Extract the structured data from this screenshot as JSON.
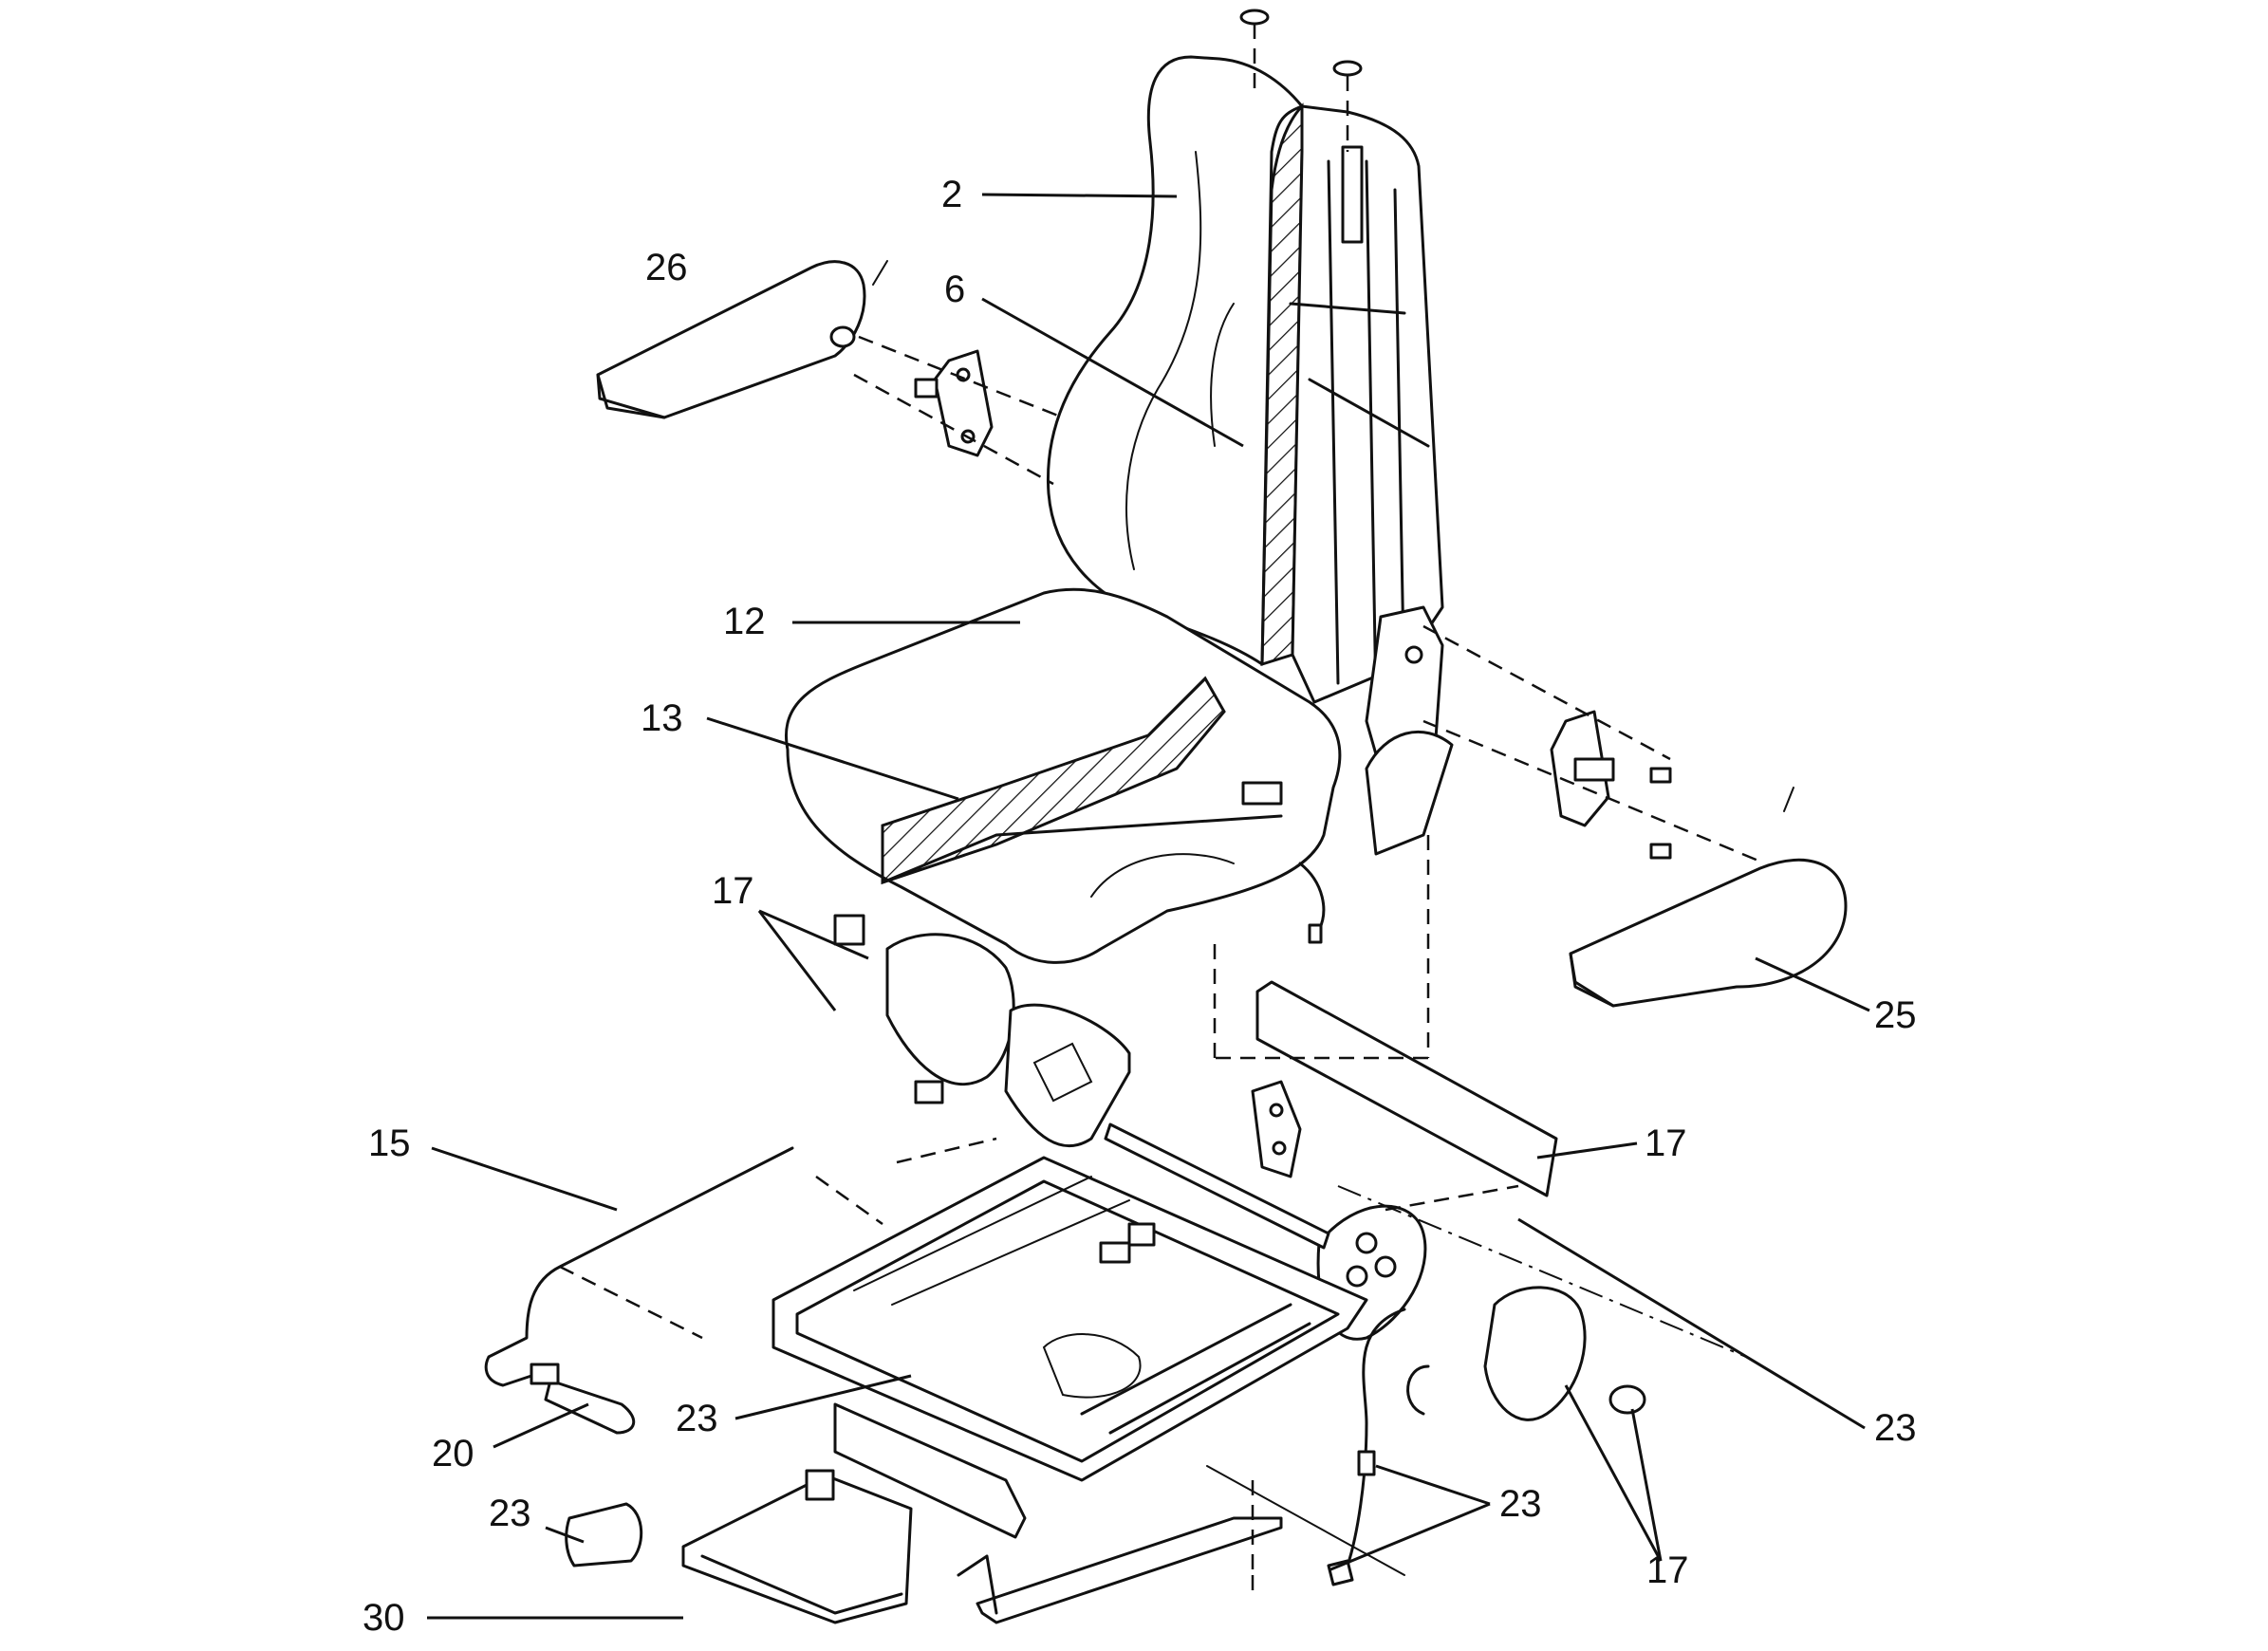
{
  "diagram": {
    "callouts": [
      "2",
      "6",
      "26",
      "12",
      "13",
      "17",
      "25",
      "15",
      "17",
      "23",
      "20",
      "23",
      "23",
      "23",
      "17",
      "30"
    ]
  }
}
